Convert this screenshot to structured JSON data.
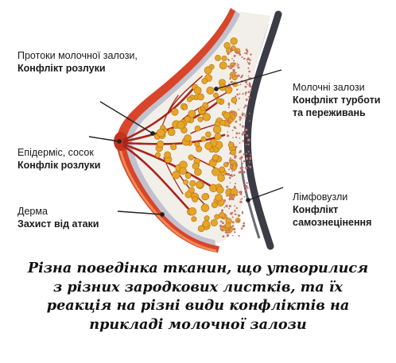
{
  "labels": {
    "ducts": {
      "title": "Протоки молочної залози,",
      "conflict": "Конфлікт розлуки"
    },
    "epidermis": {
      "title": "Епідерміс, сосок",
      "conflict": "Конфлік розлуки"
    },
    "derma": {
      "title": "Дерма",
      "conflict": "Захист від атаки"
    },
    "glands": {
      "title": "Молочні залози",
      "conflict_line1": "Конфлікт турботи",
      "conflict_line2": "та переживань"
    },
    "lymph": {
      "title": "Лімфовузли",
      "conflict_line1": "Конфлікт",
      "conflict_line2": "самознецінення"
    }
  },
  "caption": [
    "Різна поведінка тканин, що утворилися",
    "з різних зародкових листків, та їх",
    "реакція на різні види конфліктів на",
    "прикладі молочної залози"
  ],
  "colors": {
    "skin": "#d8452a",
    "skin_light": "#f08a55",
    "dermis": "#b9b9c9",
    "lobule": "#e6a528",
    "lobule_edge": "#b87912",
    "duct": "#a8241b",
    "lymph_dots": "#c9756a",
    "chest_wall": "#3c3c46",
    "pointer": "#222222"
  }
}
